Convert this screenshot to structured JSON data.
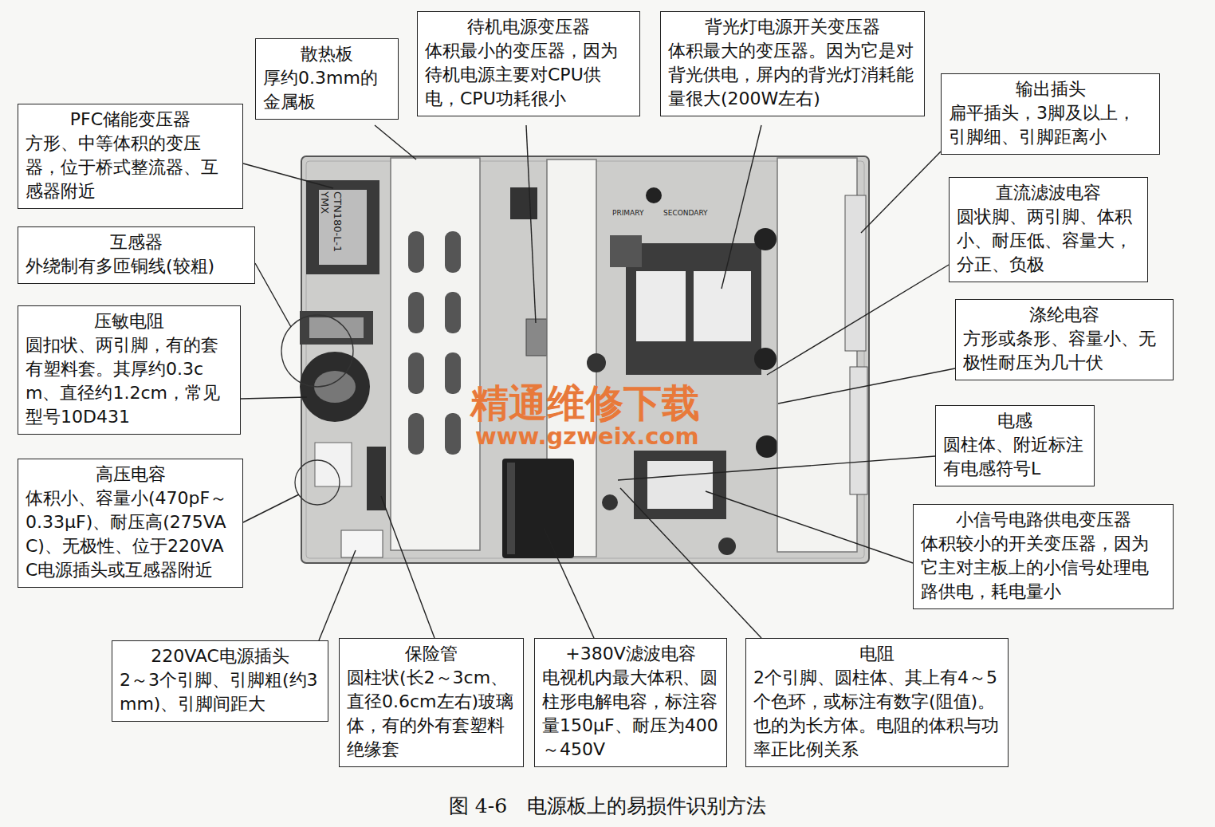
{
  "diagram": {
    "caption": "图 4-6　电源板上的易损件识别方法",
    "nodes": [
      {
        "text": [
          "散热板",
          "厚约0.3mm的金属板"
        ]
      },
      {
        "text": [
          "待机电源变压器",
          "体积最小的变压器，因为待机电源主要对CPU供电，CPU功耗很小"
        ]
      },
      {
        "text": [
          "背光灯电源开关变压器",
          "体积最大的变压器。因为它是对背光供电，屏内的背光灯消耗能量很大(200W左右)"
        ]
      },
      {
        "text": [
          "PFC储能变压器",
          "方形、中等体积的变压器，位于桥式整流器、互感器附近"
        ]
      },
      {
        "text": [
          "输出插头",
          "扁平插头，3脚及以上，引脚细、引脚距离小"
        ]
      },
      {
        "text": [
          "直流滤波电容",
          "圆状脚、两引脚、体积小、耐压低、容量大，分正、负极"
        ]
      },
      {
        "text": [
          "互感器",
          "外绕制有多匝铜线(较粗)"
        ]
      },
      {
        "text": [
          "压敏电阻",
          "圆扣状、两引脚，有的套有塑料套。其厚约0.3cm、直径约1.2cm，常见型号10D431"
        ]
      },
      {
        "text": [
          "涤纶电容",
          "方形或条形、容量小、无极性耐压为几十伏"
        ]
      },
      {
        "text": [
          "电感",
          "圆柱体、附近标注有电感符号L"
        ]
      },
      {
        "text": [
          "高压电容",
          "体积小、容量小(470pF～0.33μF)、耐压高(275VAC)、无极性、位于220VAC电源插头或互感器附近"
        ]
      },
      {
        "text": [
          "小信号电路供电变压器",
          "体积较小的开关变压器，因为它主对主板上的小信号处理电路供电，耗电量小"
        ]
      },
      {
        "text": [
          "220VAC电源插头",
          "2～3个引脚、引脚粗(约3mm)、引脚间距大"
        ]
      },
      {
        "text": [
          "保险管",
          "圆柱状(长2～3cm、直径0.6cm左右)玻璃体，有的外有套塑料绝缘套"
        ]
      },
      {
        "text": [
          "+380V滤波电容",
          "电视机内最大体积、圆柱形电解电容，标注容量150μF、耐压为400～450V"
        ]
      },
      {
        "text": [
          "电阻",
          "2个引脚、圆柱体、其上有4～5个色环，或标注有数字(阻值)。也的为长方体。电阻的体积与功率正比例关系"
        ]
      }
    ],
    "labels": [
      "精通维修下载",
      "www.gzweix.com",
      "CTN180-L-1",
      "YMX",
      "PRIMARY",
      "SECONDARY"
    ]
  }
}
